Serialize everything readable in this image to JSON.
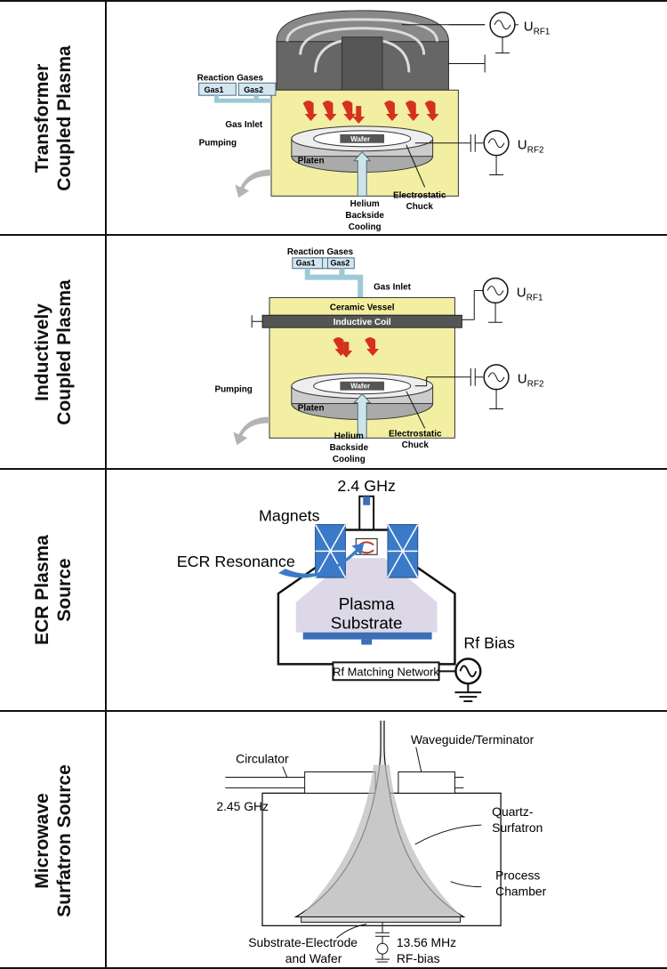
{
  "rows": [
    {
      "label_line1": "Transformer",
      "label_line2": "Coupled Plasma",
      "diagram": {
        "urf1": "U",
        "urf1_sub": "RF1",
        "urf2": "U",
        "urf2_sub": "RF2",
        "reaction_gases": "Reaction Gases",
        "gas1": "Gas1",
        "gas2": "Gas2",
        "gas_inlet": "Gas Inlet",
        "pumping": "Pumping",
        "wafer": "Wafer",
        "platen": "Platen",
        "helium1": "Helium",
        "helium2": "Backside",
        "helium3": "Cooling",
        "chuck1": "Electrostatic",
        "chuck2": "Chuck"
      }
    },
    {
      "label_line1": "Inductively",
      "label_line2": "Coupled Plasma",
      "diagram": {
        "reaction_gases": "Reaction Gases",
        "gas1": "Gas1",
        "gas2": "Gas2",
        "gas_inlet": "Gas Inlet",
        "ceramic": "Ceramic Vessel",
        "coil": "Inductive Coil",
        "urf1": "U",
        "urf1_sub": "RF1",
        "urf2": "U",
        "urf2_sub": "RF2",
        "pumping": "Pumping",
        "wafer": "Wafer",
        "platen": "Platen",
        "helium1": "Helium",
        "helium2": "Backside",
        "helium3": "Cooling",
        "chuck1": "Electrostatic",
        "chuck2": "Chuck"
      }
    },
    {
      "label_line1": "ECR Plasma",
      "label_line2": "Source",
      "diagram": {
        "freq": "2.4 GHz",
        "magnets": "Magnets",
        "ecr": "ECR Resonance",
        "plasma": "Plasma",
        "substrate": "Substrate",
        "rfbias": "Rf Bias",
        "matching": "Rf Matching Network"
      }
    },
    {
      "label_line1": "Microwave",
      "label_line2": "Surfatron Source",
      "diagram": {
        "circulator": "Circulator",
        "waveguide": "Waveguide/Terminator",
        "freq": "2.45 GHz",
        "quartz1": "Quartz-",
        "quartz2": "Surfatron",
        "process1": "Process",
        "process2": "Chamber",
        "substrate1": "Substrate-Electrode",
        "substrate2": "and Wafer",
        "rf1": "13.56 MHz",
        "rf2": "RF-bias"
      }
    }
  ]
}
